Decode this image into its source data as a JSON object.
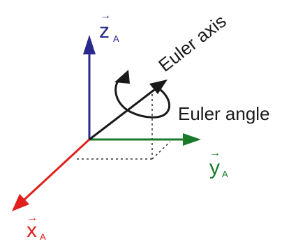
{
  "axes": {
    "z": {
      "letter": "z",
      "subscript": "A",
      "color": "#2a2a8c"
    },
    "y": {
      "letter": "y",
      "subscript": "A",
      "color": "#1a7a2a"
    },
    "x": {
      "letter": "x",
      "subscript": "A",
      "color": "#e0201c"
    }
  },
  "labels": {
    "euler_axis": "Euler axis",
    "euler_angle": "Euler angle"
  },
  "colors": {
    "euler_axis": "#1a1a1a",
    "projection_lines": "#333333",
    "background": "#ffffff"
  }
}
